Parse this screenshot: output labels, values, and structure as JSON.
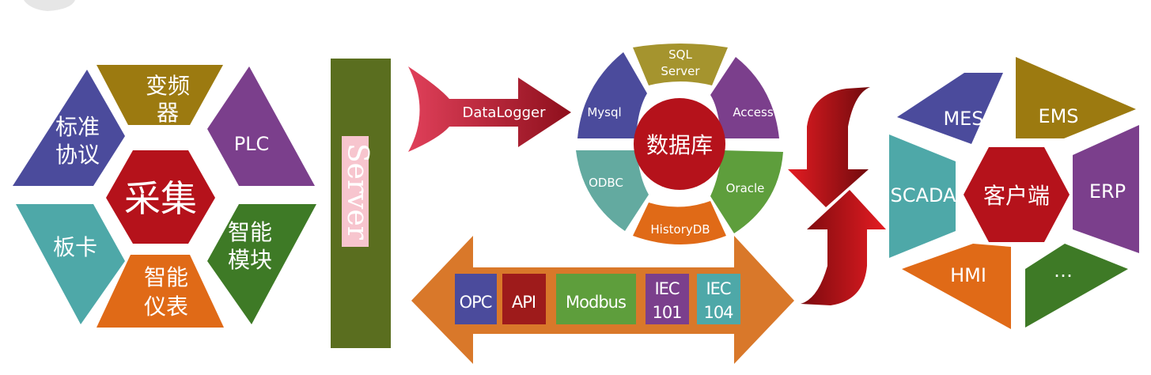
{
  "collect": {
    "center": "采集",
    "petals": [
      {
        "key": "top",
        "line1": "变频",
        "line2": "器",
        "color": "#9c7a10"
      },
      {
        "key": "upper-right",
        "line1": "PLC",
        "line2": "",
        "color": "#7b3f8c"
      },
      {
        "key": "lower-right",
        "line1": "智能",
        "line2": "模块",
        "color": "#3e7a26"
      },
      {
        "key": "bottom",
        "line1": "智能",
        "line2": "仪表",
        "color": "#e06a17"
      },
      {
        "key": "lower-left",
        "line1": "板卡",
        "line2": "",
        "color": "#4ea8a8"
      },
      {
        "key": "upper-left",
        "line1": "标准",
        "line2": "协议",
        "color": "#4b4b9c"
      }
    ],
    "center_color": "#b5121b"
  },
  "server": {
    "label": "Server",
    "bar_color": "#5a6e1f",
    "label_bg": "#f7c5ce"
  },
  "datalogger": {
    "label": "DataLogger"
  },
  "database": {
    "center": "数据库",
    "center_color": "#b5121b",
    "segments": [
      {
        "key": "top",
        "line1": "SQL",
        "line2": "Server",
        "color": "#a5942e"
      },
      {
        "key": "upper-right",
        "line1": "Access",
        "line2": "",
        "color": "#7b3f8c"
      },
      {
        "key": "lower-right",
        "line1": "Oracle",
        "line2": "",
        "color": "#5e9e3c"
      },
      {
        "key": "bottom",
        "line1": "HistoryDB",
        "line2": "",
        "color": "#e06a17"
      },
      {
        "key": "lower-left",
        "line1": "ODBC",
        "line2": "",
        "color": "#63aaa0"
      },
      {
        "key": "upper-left",
        "line1": "Mysql",
        "line2": "",
        "color": "#4b4b9c"
      }
    ]
  },
  "protocols": {
    "arrow_color": "#d9782a",
    "items": [
      {
        "line1": "OPC",
        "line2": "",
        "color": "#4b4b9c"
      },
      {
        "line1": "API",
        "line2": "",
        "color": "#9e1b1b"
      },
      {
        "line1": "Modbus",
        "line2": "",
        "color": "#5e9e3c"
      },
      {
        "line1": "IEC",
        "line2": "101",
        "color": "#7b3f8c"
      },
      {
        "line1": "IEC",
        "line2": "104",
        "color": "#4ea8a8"
      }
    ]
  },
  "client": {
    "center": "客户端",
    "center_color": "#b5121b",
    "petals": [
      {
        "key": "upper-left",
        "line1": "MES",
        "color": "#4b4b9c"
      },
      {
        "key": "upper-right",
        "line1": "EMS",
        "color": "#9c7a10"
      },
      {
        "key": "right",
        "line1": "ERP",
        "color": "#7b3f8c"
      },
      {
        "key": "lower-right",
        "line1": "…",
        "color": "#3e7a26"
      },
      {
        "key": "lower-left",
        "line1": "HMI",
        "color": "#e06a17"
      },
      {
        "key": "left",
        "line1": "SCADA",
        "color": "#4ea8a8"
      }
    ]
  }
}
